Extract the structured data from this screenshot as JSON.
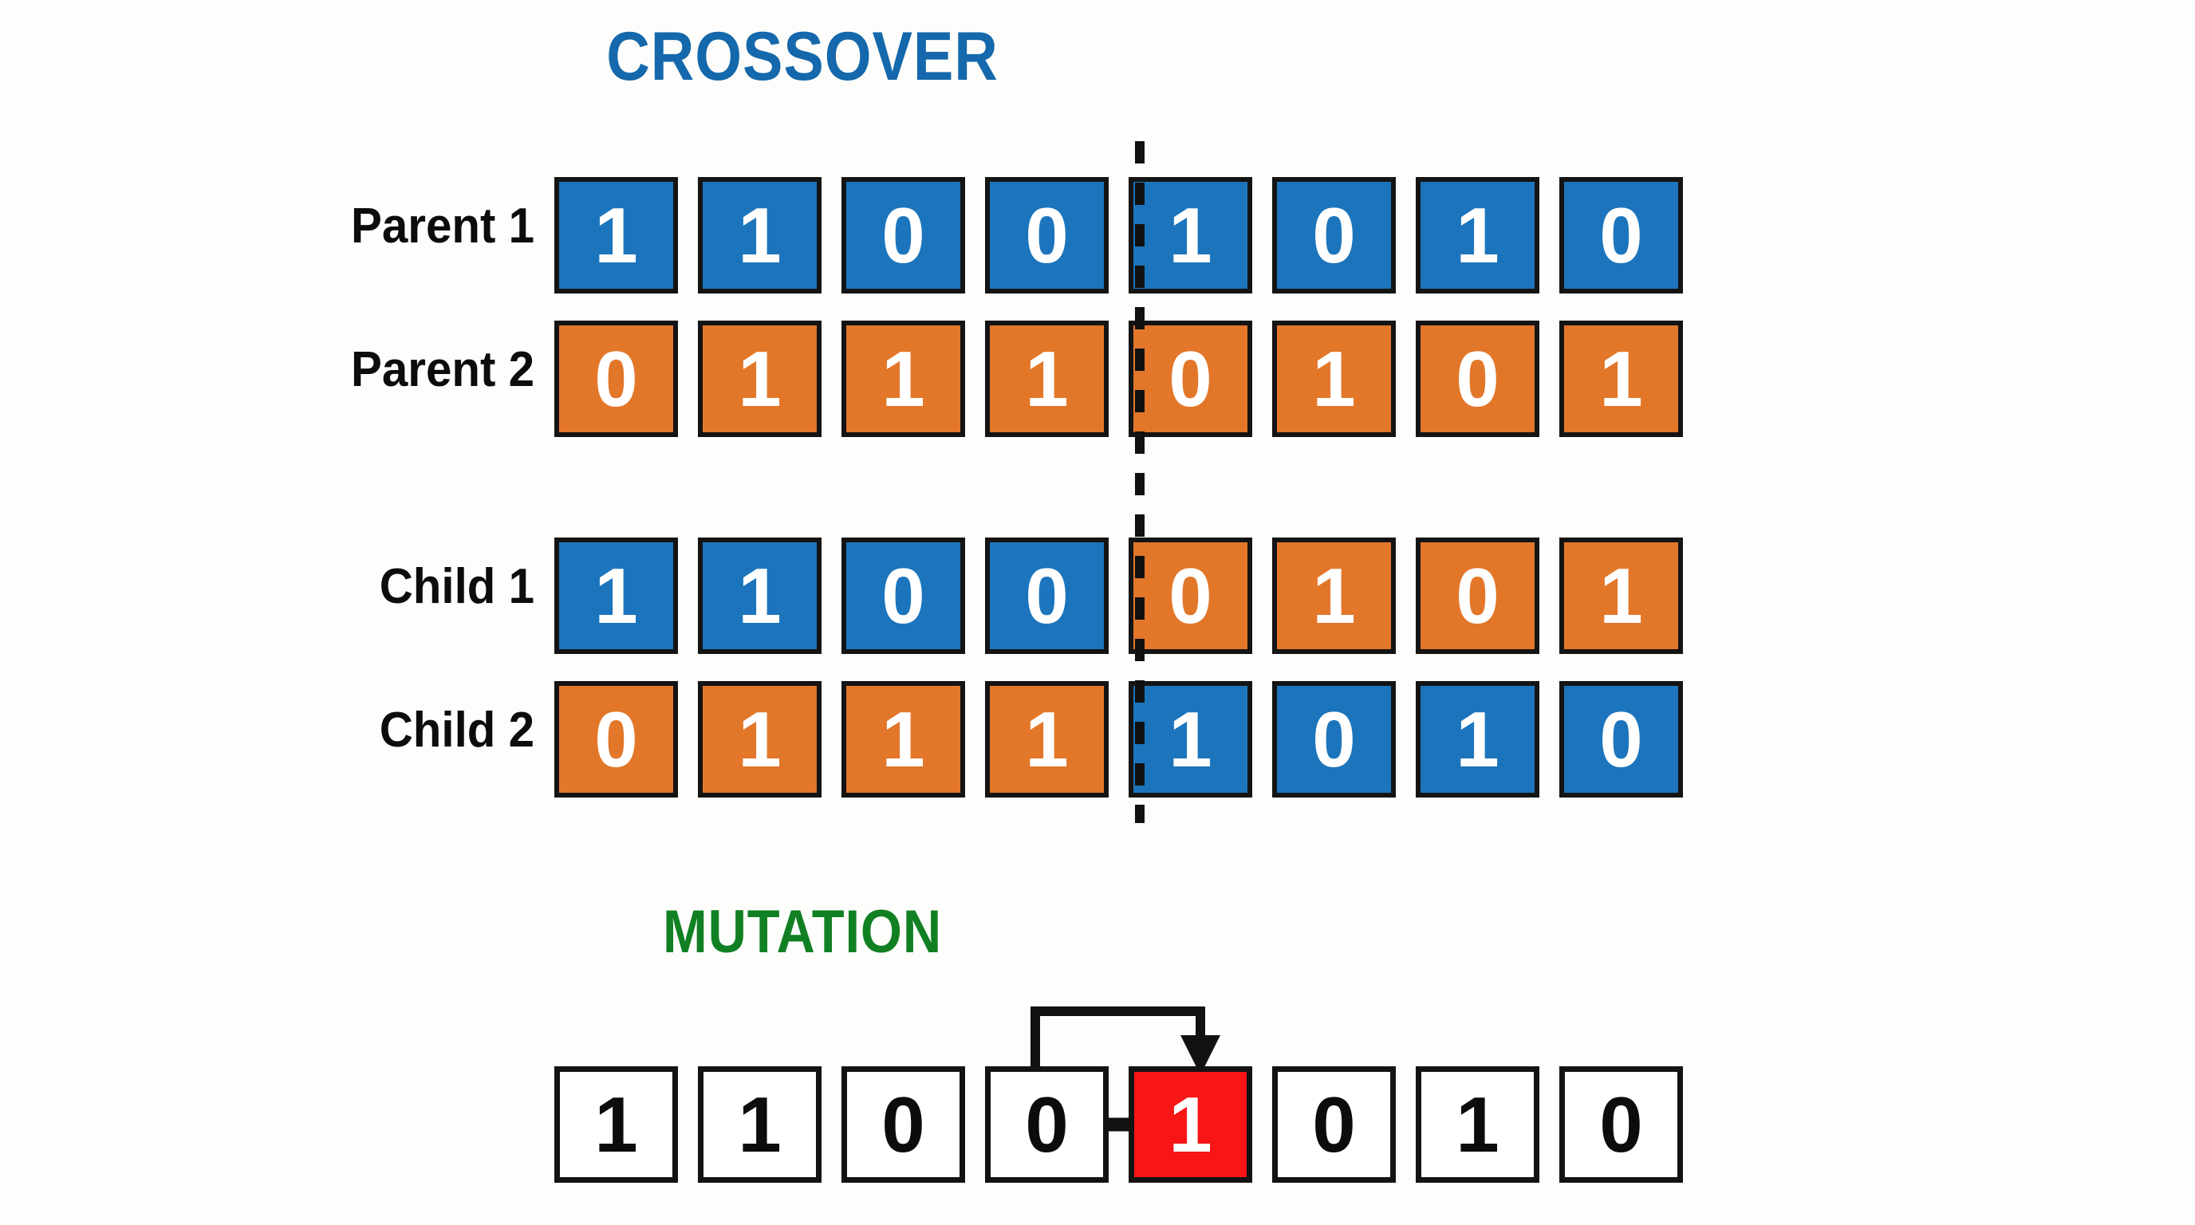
{
  "diagram": {
    "background_color": "#fdfdfb",
    "sections": {
      "crossover": {
        "title": "CROSSOVER",
        "title_color": "#1468ab",
        "crossover_point_after_index": 4,
        "divider_style": "dashed-vertical-black"
      },
      "mutation": {
        "title": "MUTATION",
        "title_color": "#118023",
        "mutated_index": 4,
        "mutated_from": "0",
        "mutated_to": "1",
        "highlight_color": "#f71515"
      }
    },
    "colors": {
      "blue": "#1c75bc",
      "orange": "#e2772a",
      "red": "#f71515",
      "white": "#ffffff",
      "border": "#131313",
      "text_dark": "#0c0c0c",
      "text_light": "#ffffff"
    },
    "rows": [
      {
        "id": "parent-1",
        "label": "Parent 1",
        "bits": [
          "1",
          "1",
          "0",
          "0",
          "1",
          "0",
          "1",
          "0"
        ],
        "cell_colors": [
          "blue",
          "blue",
          "blue",
          "blue",
          "blue",
          "blue",
          "blue",
          "blue"
        ]
      },
      {
        "id": "parent-2",
        "label": "Parent 2",
        "bits": [
          "0",
          "1",
          "1",
          "1",
          "0",
          "1",
          "0",
          "1"
        ],
        "cell_colors": [
          "orange",
          "orange",
          "orange",
          "orange",
          "orange",
          "orange",
          "orange",
          "orange"
        ]
      },
      {
        "id": "child-1",
        "label": "Child 1",
        "bits": [
          "1",
          "1",
          "0",
          "0",
          "0",
          "1",
          "0",
          "1"
        ],
        "cell_colors": [
          "blue",
          "blue",
          "blue",
          "blue",
          "orange",
          "orange",
          "orange",
          "orange"
        ]
      },
      {
        "id": "child-2",
        "label": "Child 2",
        "bits": [
          "0",
          "1",
          "1",
          "1",
          "1",
          "0",
          "1",
          "0"
        ],
        "cell_colors": [
          "orange",
          "orange",
          "orange",
          "orange",
          "blue",
          "blue",
          "blue",
          "blue"
        ]
      },
      {
        "id": "mutation",
        "label": "",
        "bits": [
          "1",
          "1",
          "0",
          "0",
          "1",
          "0",
          "1",
          "0"
        ],
        "cell_colors": [
          "white",
          "white",
          "white",
          "white",
          "red",
          "white",
          "white",
          "white"
        ]
      }
    ]
  }
}
